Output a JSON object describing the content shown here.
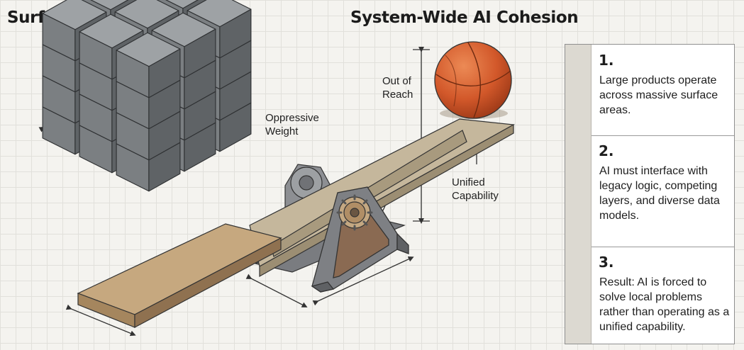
{
  "titles": {
    "left": "Surface Area",
    "center": "System-Wide AI Cohesion"
  },
  "labels": {
    "out_of_reach": [
      "Out of",
      "Reach"
    ],
    "oppressive_weight": [
      "Oppressive",
      "Weight"
    ],
    "unified_capability": [
      "Unified",
      "Capability"
    ]
  },
  "steps": [
    {
      "number": "1.",
      "text": "Large products operate across massive surface areas."
    },
    {
      "number": "2.",
      "text": "AI must interface with legacy logic, competing layers, and diverse data models."
    },
    {
      "number": "3.",
      "text": "Result: AI is forced to solve local problems rather than operating as a unified capability."
    }
  ],
  "colors": {
    "background": "#f4f3ef",
    "grid": "#e1e0db",
    "block_top": "#9ea2a5",
    "block_left": "#7b7f82",
    "block_right": "#5f6366",
    "beam": "#c2b49a",
    "pallet": "#b89a73",
    "fulcrum": "#7e8084",
    "ball": "#d2582a",
    "panel_strip": "#dcd9d1"
  },
  "icons": [
    "cube-stack-illustration",
    "seesaw-beam-illustration",
    "fulcrum-gear-icon",
    "ball-illustration",
    "dimension-arrow-icon"
  ]
}
